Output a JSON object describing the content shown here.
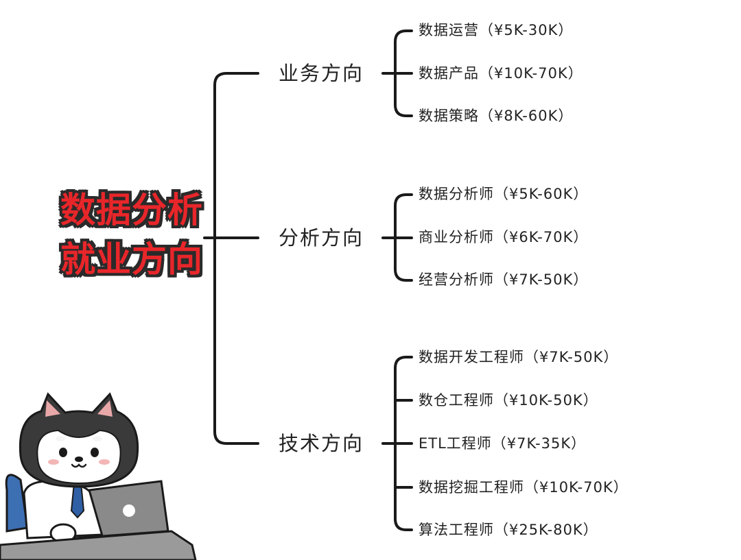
{
  "root": {
    "line1": "数据分析",
    "line2": "就业方向"
  },
  "branches": [
    {
      "label": "业务方向",
      "items": [
        "数据运营（¥5K-30K）",
        "数据产品（¥10K-70K）",
        "数据策略（¥8K-60K）"
      ]
    },
    {
      "label": "分析方向",
      "items": [
        "数据分析师（¥5K-60K）",
        "商业分析师（¥6K-70K）",
        "经营分析师（¥7K-50K）"
      ]
    },
    {
      "label": "技术方向",
      "items": [
        "数据开发工程师（¥7K-50K）",
        "数仓工程师（¥10K-50K）",
        "ETL工程师（¥7K-35K）",
        "数据挖掘工程师（¥10K-70K）",
        "算法工程师（¥25K-80K）"
      ]
    }
  ],
  "colors": {
    "title_fill": "#e8262a",
    "title_outline": "#2a2a2a",
    "lines": "#1a1a1a",
    "text": "#222222"
  },
  "mascot": {
    "icon": "husky-with-laptop-icon"
  }
}
